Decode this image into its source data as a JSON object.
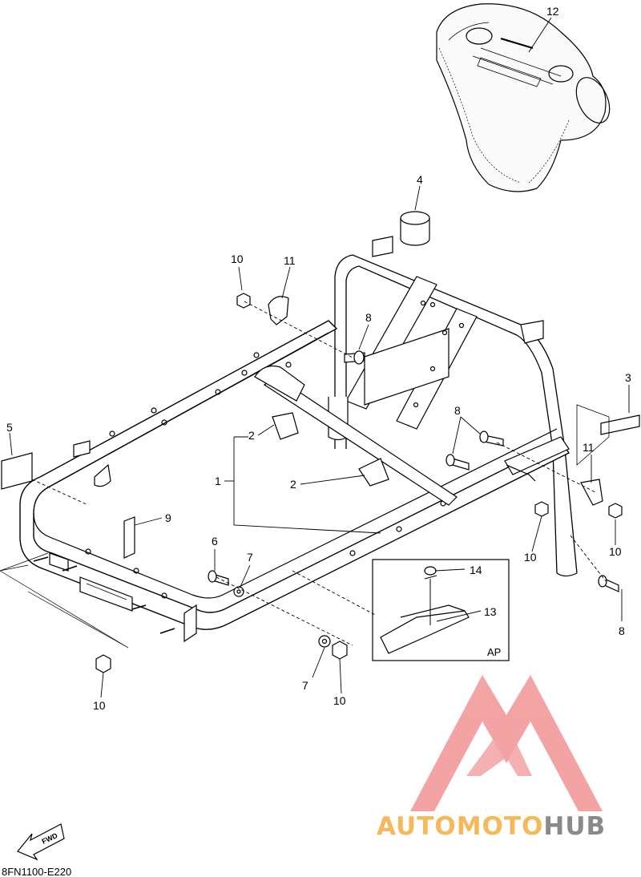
{
  "diagram_code": "8FN1100-E220",
  "fwd_label": "FWD",
  "ap_box_label": "AP",
  "watermark": {
    "part1": "AUTOMOTO",
    "part2": "HUB",
    "color1": "#f5b85a",
    "color2": "#8a8a8a",
    "logo_color": "#f29a9a"
  },
  "callouts": [
    {
      "id": "c12",
      "label": "12"
    },
    {
      "id": "c4",
      "label": "4"
    },
    {
      "id": "c10a",
      "label": "10"
    },
    {
      "id": "c11a",
      "label": "11"
    },
    {
      "id": "c8a",
      "label": "8"
    },
    {
      "id": "c3",
      "label": "3"
    },
    {
      "id": "c5",
      "label": "5"
    },
    {
      "id": "c2a",
      "label": "2"
    },
    {
      "id": "c8b",
      "label": "8"
    },
    {
      "id": "c11b",
      "label": "11"
    },
    {
      "id": "c1",
      "label": "1"
    },
    {
      "id": "c2b",
      "label": "2"
    },
    {
      "id": "c9",
      "label": "9"
    },
    {
      "id": "c10b",
      "label": "10"
    },
    {
      "id": "c10c",
      "label": "10"
    },
    {
      "id": "c6",
      "label": "6"
    },
    {
      "id": "c7a",
      "label": "7"
    },
    {
      "id": "c14",
      "label": "14"
    },
    {
      "id": "c13",
      "label": "13"
    },
    {
      "id": "c8c",
      "label": "8"
    },
    {
      "id": "c7b",
      "label": "7"
    },
    {
      "id": "c10d",
      "label": "10"
    },
    {
      "id": "c10e",
      "label": "10"
    }
  ]
}
